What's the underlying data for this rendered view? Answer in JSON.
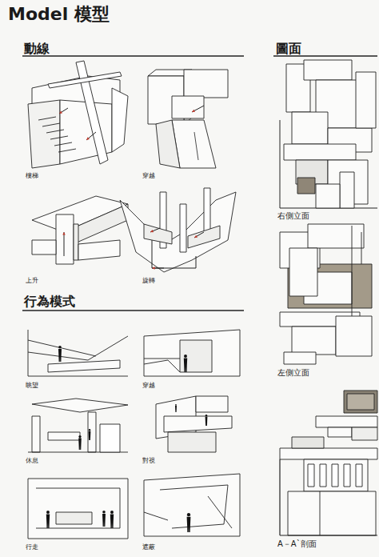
{
  "diagram": {
    "title": "Model 模型",
    "labels": [
      "動線",
      "圖面",
      "樓梯",
      "穿越",
      "上升",
      "旋轉",
      "行為模式",
      "眺望",
      "穿越",
      "休息",
      "對視",
      "行走",
      "遮蔽",
      "右側立面",
      "左側立面",
      "A－A`剖面"
    ]
  }
}
